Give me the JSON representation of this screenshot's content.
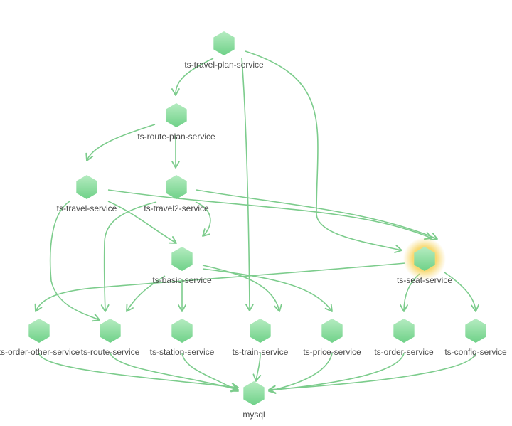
{
  "graph": {
    "colors": {
      "edge": "#7ccc8c",
      "node_top": "#b5ecc1",
      "node_bottom": "#6fd188",
      "highlight": "#f6d25a"
    },
    "highlighted": "ts-seat-service",
    "nodes": [
      {
        "id": "n-travel-plan",
        "label": "ts-travel-plan-service"
      },
      {
        "id": "n-route-plan",
        "label": "ts-route-plan-service"
      },
      {
        "id": "n-travel",
        "label": "ts-travel-service"
      },
      {
        "id": "n-travel2",
        "label": "ts-travel2-service"
      },
      {
        "id": "n-basic",
        "label": "ts-basic-service"
      },
      {
        "id": "n-seat",
        "label": "ts-seat-service"
      },
      {
        "id": "n-order-other",
        "label": "ts-order-other-service"
      },
      {
        "id": "n-route",
        "label": "ts-route-service"
      },
      {
        "id": "n-station",
        "label": "ts-station-service"
      },
      {
        "id": "n-train",
        "label": "ts-train-service"
      },
      {
        "id": "n-price",
        "label": "ts-price-service"
      },
      {
        "id": "n-order",
        "label": "ts-order-service"
      },
      {
        "id": "n-config",
        "label": "ts-config-service"
      },
      {
        "id": "n-mysql",
        "label": "mysql"
      }
    ],
    "edges": [
      {
        "from": "ts-travel-plan-service",
        "to": "ts-route-plan-service"
      },
      {
        "from": "ts-travel-plan-service",
        "to": "ts-train-service"
      },
      {
        "from": "ts-travel-plan-service",
        "to": "ts-seat-service"
      },
      {
        "from": "ts-route-plan-service",
        "to": "ts-travel-service"
      },
      {
        "from": "ts-route-plan-service",
        "to": "ts-travel2-service"
      },
      {
        "from": "ts-travel-service",
        "to": "ts-basic-service"
      },
      {
        "from": "ts-travel-service",
        "to": "ts-seat-service"
      },
      {
        "from": "ts-travel-service",
        "to": "ts-route-service"
      },
      {
        "from": "ts-travel2-service",
        "to": "ts-basic-service"
      },
      {
        "from": "ts-travel2-service",
        "to": "ts-seat-service"
      },
      {
        "from": "ts-travel2-service",
        "to": "ts-route-service"
      },
      {
        "from": "ts-basic-service",
        "to": "ts-route-service"
      },
      {
        "from": "ts-basic-service",
        "to": "ts-station-service"
      },
      {
        "from": "ts-basic-service",
        "to": "ts-train-service"
      },
      {
        "from": "ts-basic-service",
        "to": "ts-price-service"
      },
      {
        "from": "ts-seat-service",
        "to": "ts-order-other-service"
      },
      {
        "from": "ts-seat-service",
        "to": "ts-order-service"
      },
      {
        "from": "ts-seat-service",
        "to": "ts-config-service"
      },
      {
        "from": "ts-order-other-service",
        "to": "mysql"
      },
      {
        "from": "ts-route-service",
        "to": "mysql"
      },
      {
        "from": "ts-station-service",
        "to": "mysql"
      },
      {
        "from": "ts-train-service",
        "to": "mysql"
      },
      {
        "from": "ts-price-service",
        "to": "mysql"
      },
      {
        "from": "ts-order-service",
        "to": "mysql"
      },
      {
        "from": "ts-config-service",
        "to": "mysql"
      }
    ]
  }
}
